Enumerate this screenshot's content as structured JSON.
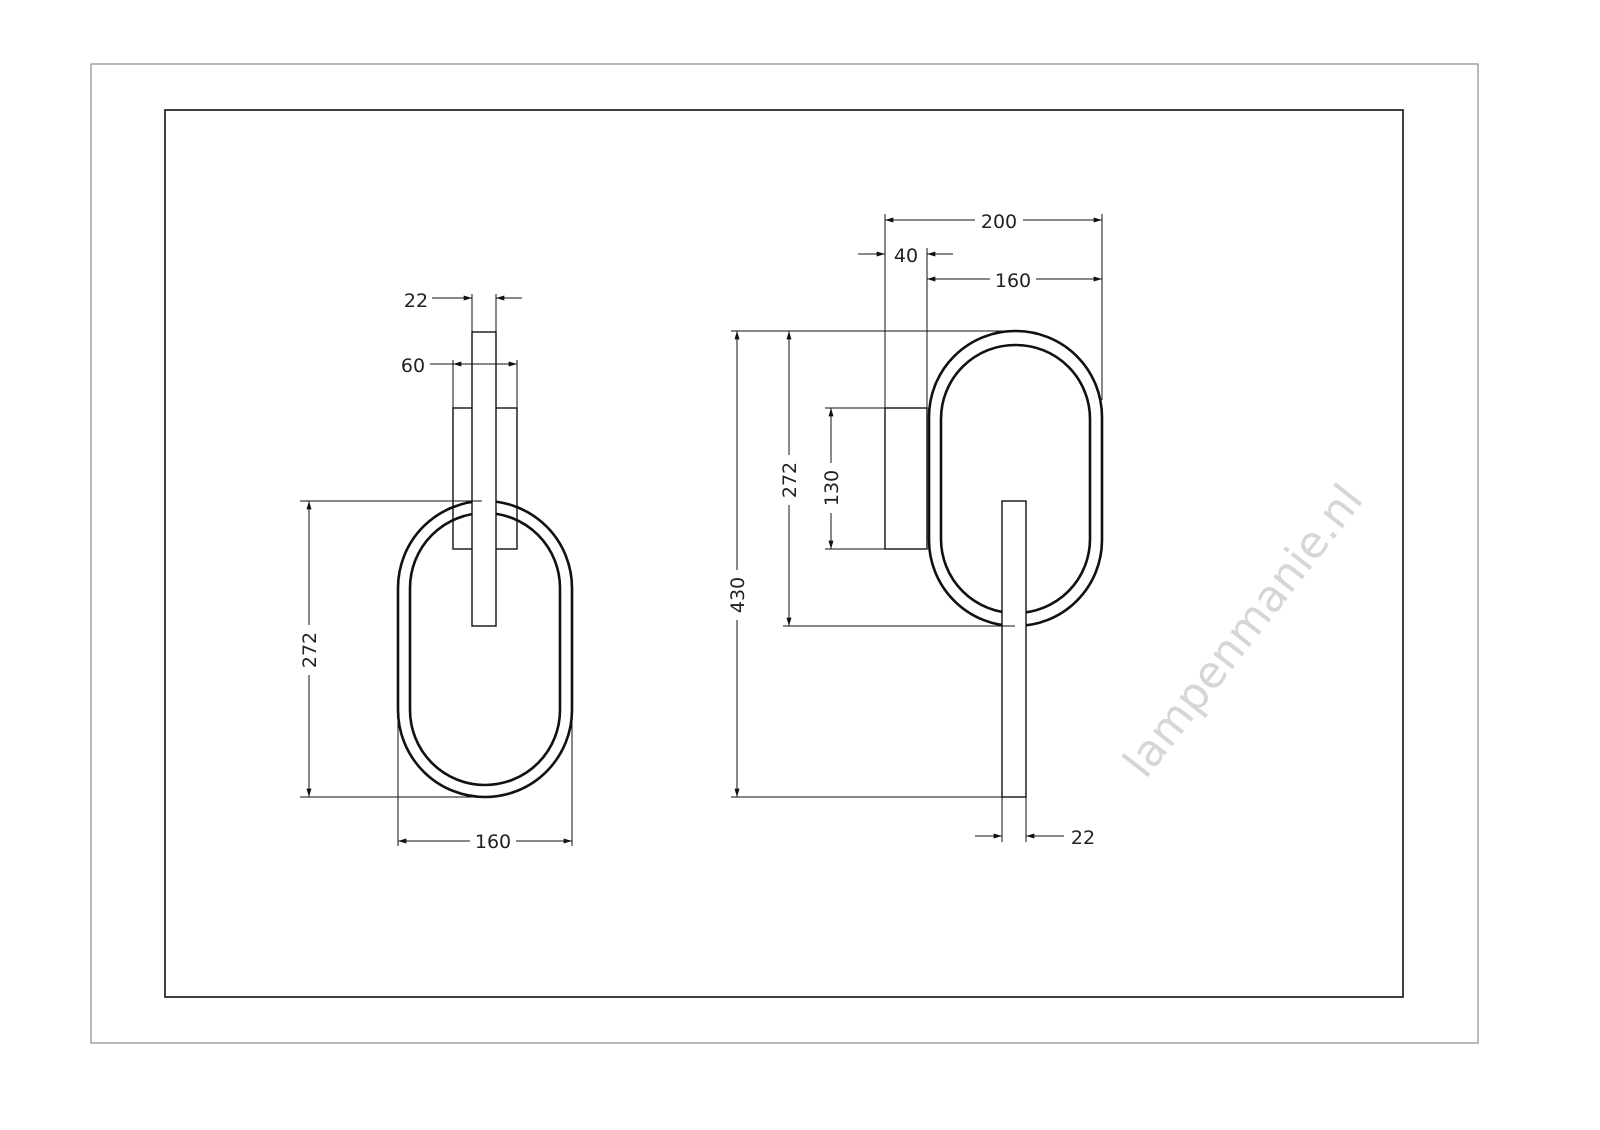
{
  "watermark": "lampenmanie.nl",
  "front_view": {
    "bar_width": "22",
    "backplate_width": "60",
    "ring_height": "272",
    "ring_width": "160"
  },
  "side_view": {
    "total_depth": "200",
    "backplate_depth": "40",
    "ring_depth": "160",
    "total_height": "430",
    "ring_height": "272",
    "backplate_height": "130",
    "bar_width": "22"
  }
}
